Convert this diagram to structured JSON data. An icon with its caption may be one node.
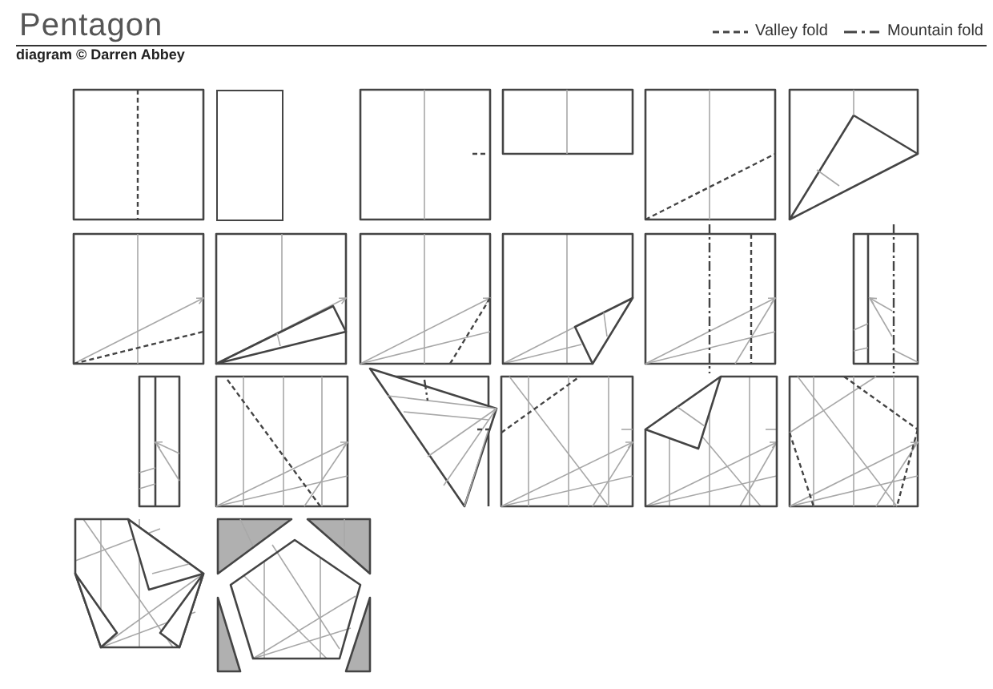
{
  "diagram": {
    "title": "Pentagon",
    "nodes": [
      {
        "text": [],
        "shape": "picture"
      },
      {
        "text": [],
        "shape": "box"
      },
      {
        "text": [],
        "shape": "picture"
      },
      {
        "text": [],
        "shape": "picture"
      },
      {
        "text": [],
        "shape": "picture"
      },
      {
        "text": [],
        "shape": "picture"
      },
      {
        "text": [],
        "shape": "picture"
      },
      {
        "text": [],
        "shape": "picture"
      },
      {
        "text": [],
        "shape": "picture"
      },
      {
        "text": [],
        "shape": "picture"
      },
      {
        "text": [],
        "shape": "picture"
      },
      {
        "text": [],
        "shape": "picture"
      },
      {
        "text": [],
        "shape": "picture"
      },
      {
        "text": [],
        "shape": "picture"
      },
      {
        "text": [],
        "shape": "picture"
      },
      {
        "text": [],
        "shape": "picture"
      },
      {
        "text": [],
        "shape": "picture"
      },
      {
        "text": [],
        "shape": "picture"
      },
      {
        "text": [],
        "shape": "picture"
      },
      {
        "text": [],
        "shape": "picture"
      }
    ],
    "labels": [
      "diagram © Darren Abbey"
    ],
    "legend": [
      {
        "text": "Valley fold"
      },
      {
        "text": "Mountain fold"
      }
    ]
  }
}
